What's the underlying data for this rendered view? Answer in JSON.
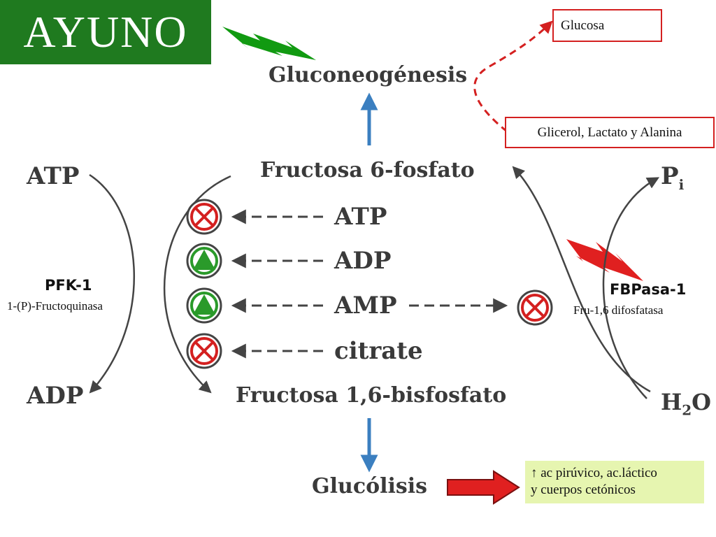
{
  "title": "AYUNO",
  "pathway": {
    "top": "Gluconeogénesis",
    "f6p": "Fructosa 6-fosfato",
    "f16bp": "Fructosa 1,6-bisfosfato",
    "bottom": "Glucólisis"
  },
  "regulators": [
    {
      "label": "ATP",
      "effect": "inhibit"
    },
    {
      "label": "ADP",
      "effect": "activate"
    },
    {
      "label": "AMP",
      "effect": "activate"
    },
    {
      "label": "citrate",
      "effect": "inhibit"
    }
  ],
  "left_side": {
    "top": "ATP",
    "bottom": "ADP"
  },
  "right_side": {
    "top": "P",
    "top_sub": "i",
    "bottom": "H",
    "bottom_sub": "2",
    "bottom_tail": "O"
  },
  "pfk": {
    "name": "PFK-1",
    "full": "1-(P)-Fructoquinasa"
  },
  "fbpasa": {
    "name": "FBPasa-1",
    "full": "Fru-1,6 difosfatasa"
  },
  "substrates": {
    "glucosa": "Glucosa",
    "precursors": "Glicerol, Lactato y Alanina"
  },
  "result": {
    "line1": "↑ ac pirúvico, ac.láctico",
    "line2": "y cuerpos cetónicos"
  },
  "colors": {
    "title_bg": "#1f7a1f",
    "red": "#d42020",
    "green": "#2a9a2a",
    "blue_arrow": "#3b7fc0",
    "result_bg": "#e6f5b0"
  }
}
